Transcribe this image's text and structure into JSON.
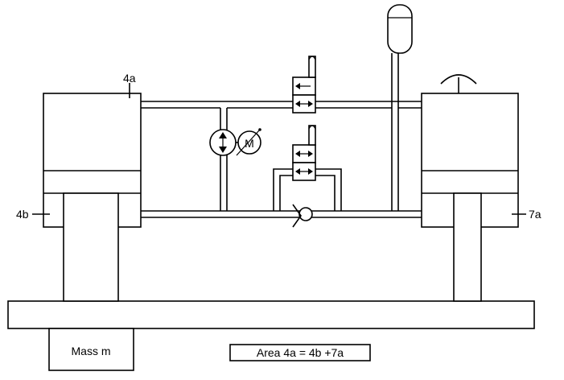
{
  "labels": {
    "port_4a": "4a",
    "port_4b": "4b",
    "port_7a": "7a",
    "motor": "M",
    "mass": "Mass m",
    "area_equation": "Area 4a = 4b +7a"
  },
  "components": {
    "left_cylinder": "cylinder",
    "right_cylinder": "cylinder",
    "pump": "pump",
    "motor": "motor",
    "accumulator": "accumulator",
    "upper_valve": "directional-valve",
    "lower_valve": "directional-valve",
    "check_valve": "check-valve",
    "base_beam": "beam",
    "mass_block": "mass"
  }
}
